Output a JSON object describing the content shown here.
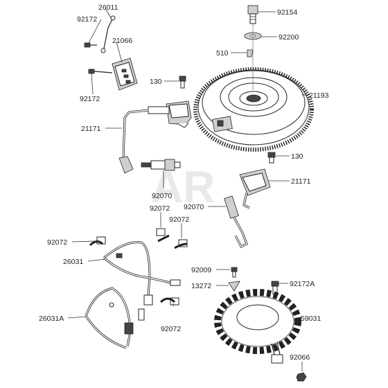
{
  "watermark": "AR",
  "part_labels": {
    "p26011": "26011",
    "p92172_top": "92172",
    "p21066": "21066",
    "p92172_mid": "92172",
    "p92154": "92154",
    "p92200": "92200",
    "p510": "510",
    "p130_top": "130",
    "p21193": "21193",
    "p21171_left": "21171",
    "p130_mid": "130",
    "p21171_right": "21171",
    "p92070_plug": "92070",
    "p92070_cap": "92070",
    "p92072_a": "92072",
    "p92072_b": "92072",
    "p92072_c": "92072",
    "p92072_d": "92072",
    "p26031": "26031",
    "p92009": "92009",
    "p13272": "13272",
    "p92172A": "92172A",
    "p26031A": "26031A",
    "p59031": "59031",
    "p92066": "92066"
  }
}
